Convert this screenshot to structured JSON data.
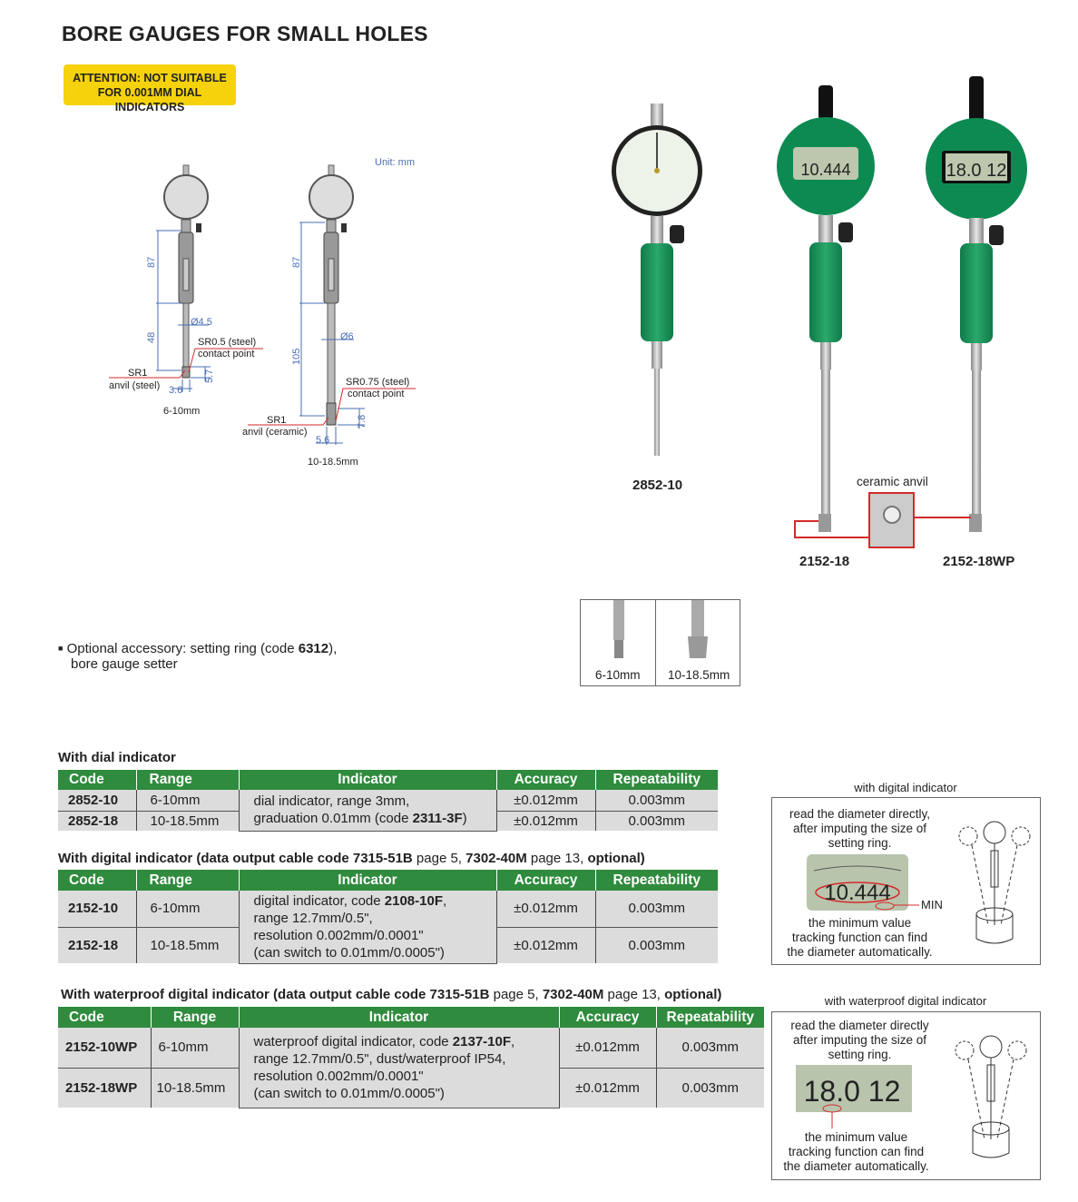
{
  "title": "BORE GAUGES FOR SMALL HOLES",
  "attention": {
    "line1": "ATTENTION: NOT SUITABLE",
    "line2": "FOR 0.001MM DIAL INDICATORS"
  },
  "drawing": {
    "unit": "Unit: mm",
    "left": {
      "dim_87": "87",
      "dim_48": "48",
      "dia": "Ø4.5",
      "contact": "SR0.5 (steel)",
      "contact2": "contact point",
      "anvil": "SR1",
      "anvil2": "anvil (steel)",
      "dim_57": "5.7",
      "dim_36": "3.6",
      "range": "6-10mm"
    },
    "right": {
      "dim_87": "87",
      "dim_105": "105",
      "dia": "Ø6",
      "contact": "SR0.75 (steel)",
      "contact2": "contact point",
      "anvil": "SR1",
      "anvil2": "anvil (ceramic)",
      "dim_78": "7.8",
      "dim_56": "5.6",
      "range": "10-18.5mm"
    }
  },
  "products": {
    "p1": "2852-10",
    "p2": "2152-18",
    "p3": "2152-18WP",
    "ceramic_anvil": "ceramic anvil",
    "display_digital": "10.444",
    "display_wp": "18.0 12"
  },
  "accessory": {
    "bullet": "■",
    "text1": "Optional accessory: setting ring (code ",
    "code": "6312",
    "text2": "),",
    "text3": "bore gauge setter",
    "tips": [
      "6-10mm",
      "10-18.5mm"
    ]
  },
  "tables": {
    "headers": [
      "Code",
      "Range",
      "Indicator",
      "Accuracy",
      "Repeatability"
    ],
    "dial": {
      "title": "With dial indicator",
      "indicator": [
        "dial indicator, range 3mm,",
        "graduation 0.01mm (code ",
        "2311-3F",
        ")"
      ],
      "rows": [
        {
          "code": "2852-10",
          "range": "6-10mm",
          "accuracy": "±0.012mm",
          "repeatability": "0.003mm"
        },
        {
          "code": "2852-18",
          "range": "10-18.5mm",
          "accuracy": "±0.012mm",
          "repeatability": "0.003mm"
        }
      ]
    },
    "digital": {
      "title_a": "With digital indicator (data output cable code ",
      "title_b": "7315-51B",
      "title_c": " page 5, ",
      "title_d": "7302-40M",
      "title_e": " page 13, ",
      "title_f": "optional)",
      "indicator": [
        "digital indicator, code ",
        "2108-10F",
        ",",
        "range 12.7mm/0.5\",",
        "resolution 0.002mm/0.0001\"",
        "(can switch to 0.01mm/0.0005\")"
      ],
      "rows": [
        {
          "code": "2152-10",
          "range": "6-10mm",
          "accuracy": "±0.012mm",
          "repeatability": "0.003mm"
        },
        {
          "code": "2152-18",
          "range": "10-18.5mm",
          "accuracy": "±0.012mm",
          "repeatability": "0.003mm"
        }
      ]
    },
    "waterproof": {
      "title_a": "With waterproof digital indicator (data output cable code ",
      "title_b": "7315-51B",
      "title_c": " page 5, ",
      "title_d": "7302-40M",
      "title_e": " page 13, ",
      "title_f": "optional)",
      "indicator": [
        "waterproof digital indicator, code ",
        "2137-10F",
        ",",
        "range 12.7mm/0.5\", dust/waterproof IP54,",
        "resolution 0.002mm/0.0001\"",
        "(can switch to 0.01mm/0.0005\")"
      ],
      "rows": [
        {
          "code": "2152-10WP",
          "range": "6-10mm",
          "accuracy": "±0.012mm",
          "repeatability": "0.003mm"
        },
        {
          "code": "2152-18WP",
          "range": "10-18.5mm",
          "accuracy": "±0.012mm",
          "repeatability": "0.003mm"
        }
      ]
    }
  },
  "info_boxes": {
    "digital": {
      "title": "with digital indicator",
      "top": [
        "read the diameter directly,",
        "after imputing the size of",
        "setting ring."
      ],
      "display": "10.444",
      "min": "MIN",
      "bottom": [
        "the minimum value",
        "tracking function can find",
        "the diameter automatically."
      ]
    },
    "waterproof": {
      "title": "with waterproof digital indicator",
      "top": [
        "read the diameter directly",
        "after imputing the size of",
        "setting ring."
      ],
      "display": "18.0 12",
      "bottom": [
        "the minimum value",
        "tracking function can find",
        "the diameter automatically."
      ]
    }
  },
  "colors": {
    "green": "#2f8b3d",
    "yellow": "#f5d20b",
    "row": "#dcdcdc",
    "dim": "#4a6fb5",
    "red": "#d42a2a"
  }
}
